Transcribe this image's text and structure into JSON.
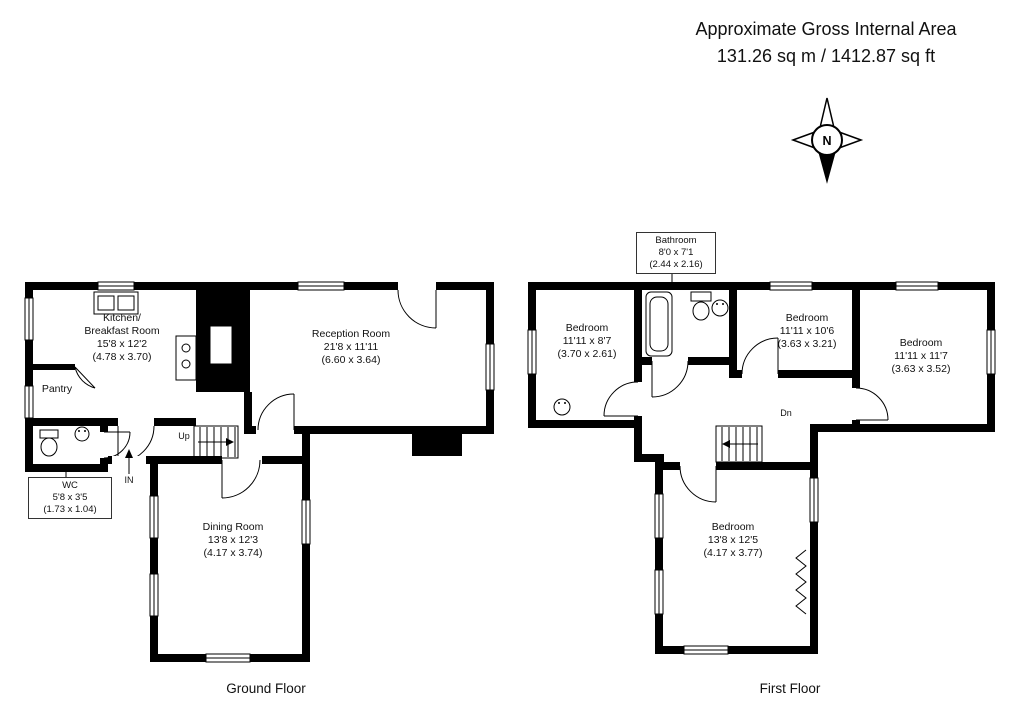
{
  "header": {
    "title": "Approximate Gross Internal Area",
    "subtitle": "131.26 sq m / 1412.87 sq ft"
  },
  "compass": {
    "north": "N"
  },
  "colors": {
    "walls": "#000000",
    "text": "#111111",
    "background": "#ffffff"
  },
  "ground_floor": {
    "caption": "Ground Floor",
    "stairs": "Up",
    "entrance": "IN",
    "rooms": {
      "kitchen": {
        "line1": "Kitchen/",
        "line2": "Breakfast Room",
        "imperial": "15'8 x 12'2",
        "metric": "(4.78 x 3.70)"
      },
      "pantry": {
        "name": "Pantry"
      },
      "reception": {
        "name": "Reception Room",
        "imperial": "21'8 x 11'11",
        "metric": "(6.60 x 3.64)"
      },
      "wc": {
        "name": "WC",
        "imperial": "5'8 x 3'5",
        "metric": "(1.73 x 1.04)"
      },
      "dining": {
        "name": "Dining Room",
        "imperial": "13'8 x 12'3",
        "metric": "(4.17 x 3.74)"
      }
    }
  },
  "first_floor": {
    "caption": "First Floor",
    "stairs": "Dn",
    "rooms": {
      "bathroom": {
        "name": "Bathroom",
        "imperial": "8'0 x 7'1",
        "metric": "(2.44 x 2.16)"
      },
      "bedroom_left": {
        "name": "Bedroom",
        "imperial": "11'11 x 8'7",
        "metric": "(3.70 x 2.61)"
      },
      "bedroom_middle": {
        "name": "Bedroom",
        "imperial": "11'11 x 10'6",
        "metric": "(3.63 x 3.21)"
      },
      "bedroom_right": {
        "name": "Bedroom",
        "imperial": "11'11 x 11'7",
        "metric": "(3.63 x 3.52)"
      },
      "bedroom_bottom": {
        "name": "Bedroom",
        "imperial": "13'8 x 12'5",
        "metric": "(4.17 x 3.77)"
      }
    }
  }
}
